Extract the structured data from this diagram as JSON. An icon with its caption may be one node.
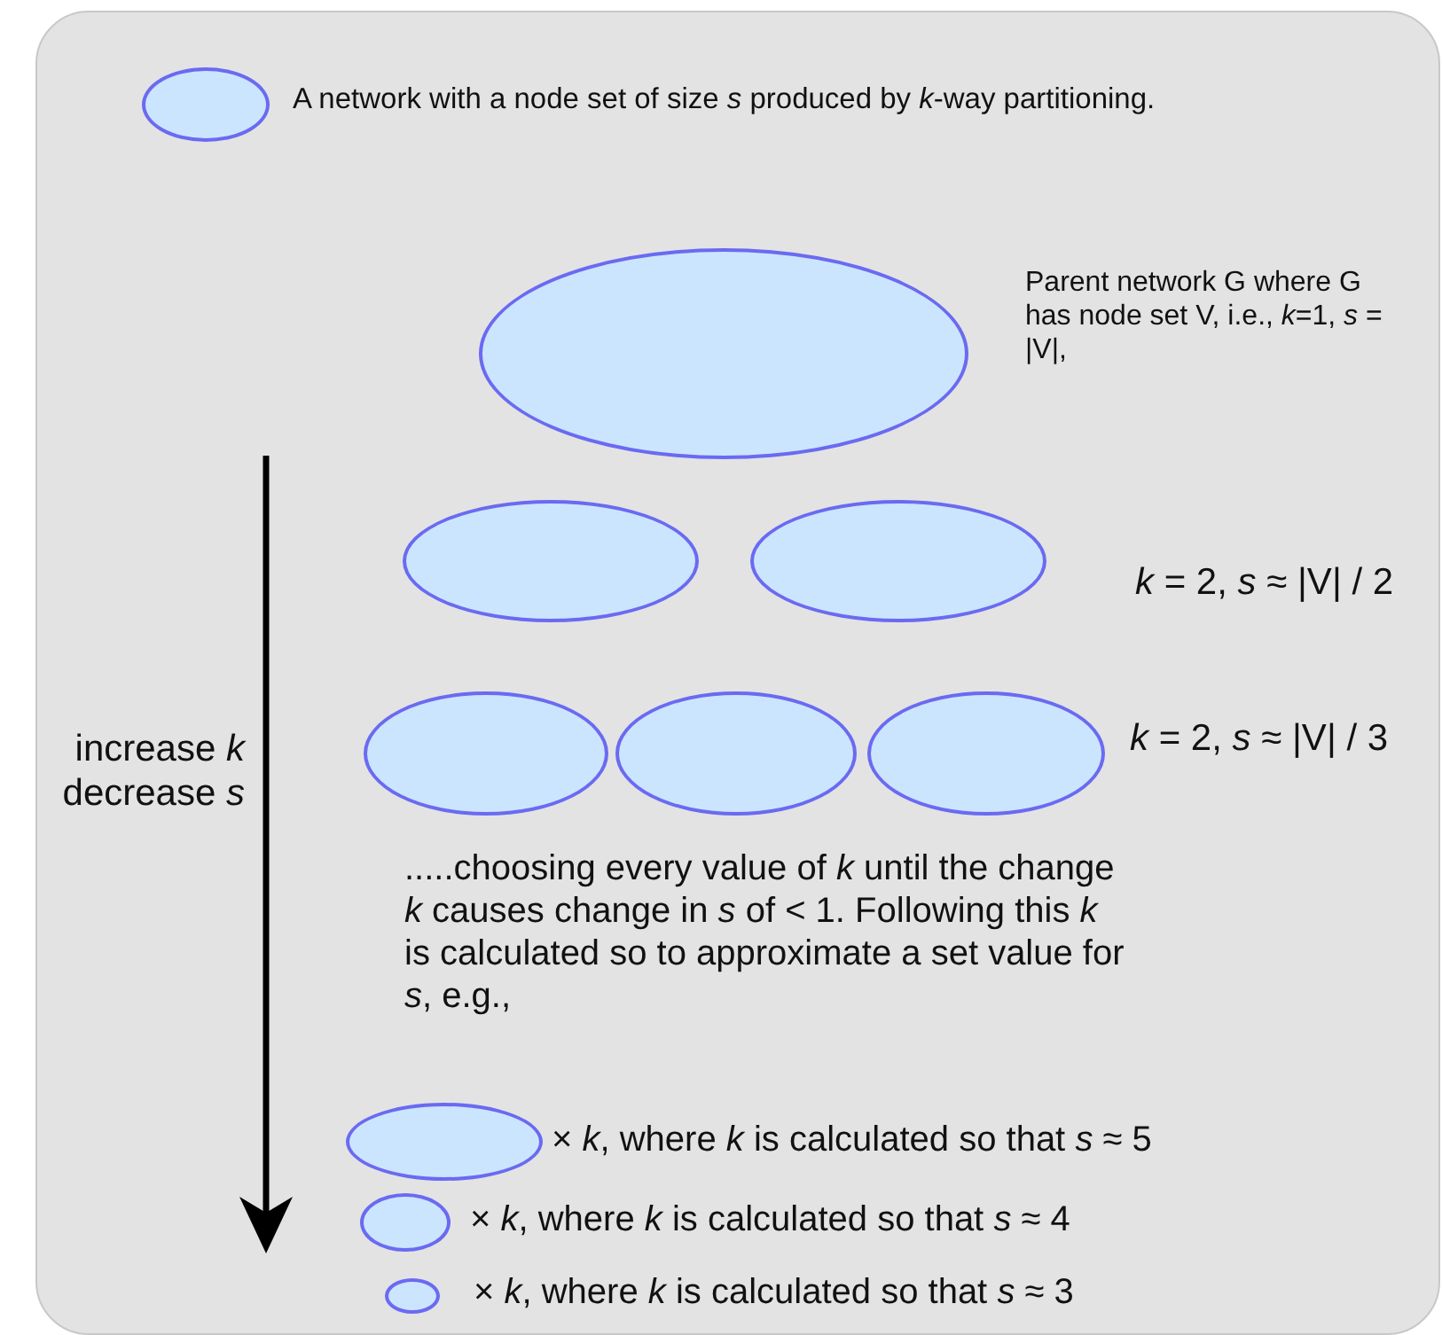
{
  "diagram": {
    "nodes": [
      {
        "text": [],
        "shape": "ellipse",
        "beside": [
          "Parent network G where G has node set V, i.e., *k*=1, *s* = |V|,"
        ]
      },
      {
        "text": [],
        "shape": "ellipse"
      },
      {
        "text": [],
        "shape": "ellipse"
      },
      {
        "text": [],
        "shape": "ellipse"
      },
      {
        "text": [],
        "shape": "ellipse"
      },
      {
        "text": [],
        "shape": "ellipse"
      },
      {
        "text": [],
        "shape": "ellipse",
        "beside": [
          "× *k*, where *k* is calculated so that *s* ≈ 5"
        ]
      },
      {
        "text": [],
        "shape": "ellipse",
        "beside": [
          "× *k*, where *k* is calculated so that *s* ≈ 4"
        ]
      },
      {
        "text": [],
        "shape": "ellipse",
        "beside": [
          "× *k*, where *k* is calculated so that *s* ≈ 3"
        ]
      }
    ],
    "edges": [],
    "labels": [
      "*k* = 2, *s* ≈ |V| / 2",
      "increase *k* decrease *s*",
      "*k* = 2, *s* ≈ |V| / 3",
      ".....choosing every value of *k* until the change *k* causes change in *s* of < 1. Following this *k* is calculated so to approximate a set value for *s*, e.g.,"
    ],
    "legend": [
      {
        "text": "A network with a node set of size *s* produced by *k*-way partitioning."
      }
    ]
  }
}
